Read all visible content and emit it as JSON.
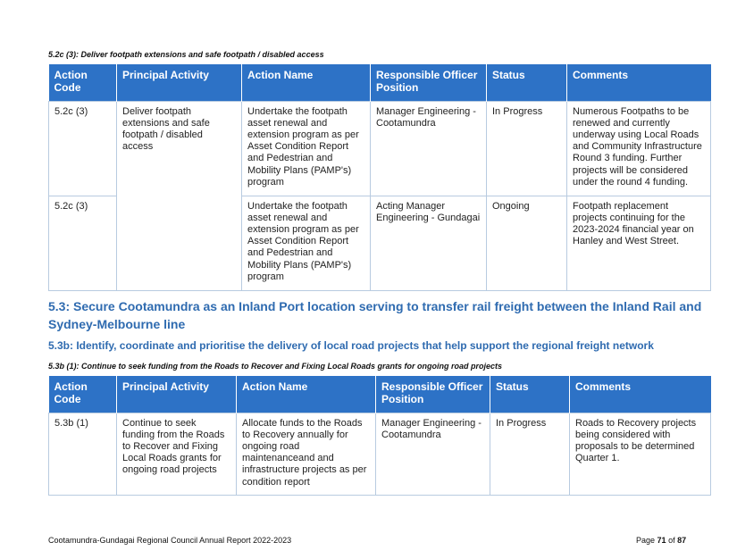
{
  "section1": {
    "subheading": "5.2c (3): Deliver footpath extensions and safe footpath / disabled access",
    "headers": [
      "Action Code",
      "Principal Activity",
      "Action Name",
      "Responsible Officer Position",
      "Status",
      "Comments"
    ],
    "principal_activity": "Deliver footpath extensions and safe footpath / disabled access",
    "rows": [
      {
        "code": "5.2c (3)",
        "action": "Undertake the footpath asset renewal and extension program as per Asset Condition Report and Pedestrian and Mobility Plans (PAMP's) program",
        "officer": "Manager Engineering - Cootamundra",
        "status": "In Progress",
        "comments": "Numerous Footpaths to be renewed and currently underway using Local Roads and Community Infrastructure Round 3 funding. Further projects will be considered under the round 4 funding."
      },
      {
        "code": "5.2c (3)",
        "action": "Undertake the footpath asset renewal and extension program as per Asset Condition Report and Pedestrian and Mobility Plans (PAMP's) program",
        "officer": "Acting Manager Engineering - Gundagai",
        "status": "Ongoing",
        "comments": "Footpath replacement projects continuing for the 2023-2024 financial year on Hanley and West Street."
      }
    ]
  },
  "heading_53": "5.3: Secure Cootamundra as an Inland Port location serving to transfer rail freight between the Inland Rail and Sydney-Melbourne line",
  "heading_53b": "5.3b: Identify, coordinate and prioritise the delivery of local road projects that help support the regional freight network",
  "section2": {
    "subheading": "5.3b (1): Continue to seek funding from the Roads to Recover and Fixing Local Roads grants for ongoing road projects",
    "headers": [
      "Action Code",
      "Principal Activity",
      "Action Name",
      "Responsible Officer Position",
      "Status",
      "Comments"
    ],
    "row": {
      "code": "5.3b (1)",
      "principal_activity": "Continue to seek funding from the Roads to Recover and Fixing Local Roads grants for ongoing road projects",
      "action": "Allocate funds to the Roads to Recovery annually for ongoing road maintenanceand and infrastructure projects as per condition report",
      "officer": "Manager Engineering - Cootamundra",
      "status": "In Progress",
      "comments": "Roads to Recovery projects being considered with proposals to be determined Quarter 1."
    }
  },
  "footer": {
    "report": "Cootamundra-Gundagai Regional Council Annual Report 2022-2023",
    "page_word": "Page",
    "page_number": "71",
    "of_word": "of",
    "page_total": "87"
  }
}
